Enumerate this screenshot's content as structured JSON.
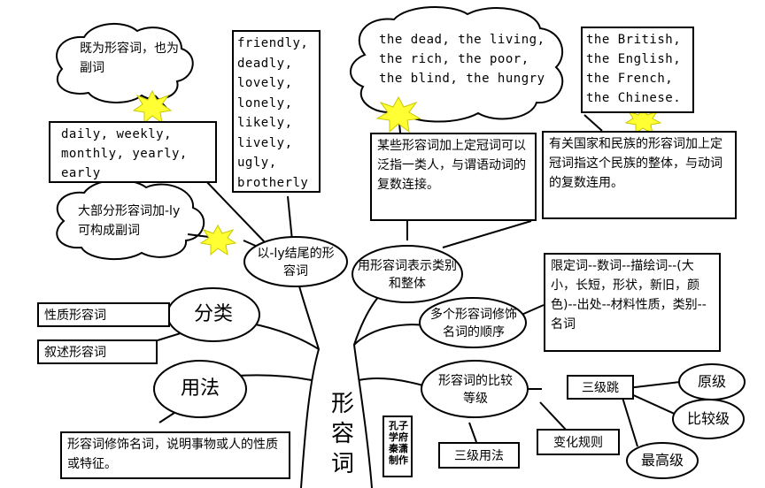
{
  "clouds": {
    "adverb_too": "既为形容词，也为副词",
    "ly_adverb": "大部分形容词加-ly可构成副词",
    "the_adj_examples": "the dead, the living, the rich, the poor, the blind, the hungry"
  },
  "boxes": {
    "frequency_words": "daily, weekly, monthly, yearly, early",
    "ly_words": [
      "friendly,",
      "deadly,",
      "lovely,",
      "lonely,",
      "likely,",
      "lively,",
      "ugly,",
      "brotherly"
    ],
    "nationality_words": [
      "the British,",
      "the English,",
      "the French,",
      "the Chinese."
    ],
    "the_adj_rule": "某些形容词加上定冠词可以泛指一类人，与谓语动词的复数连接。",
    "nationality_rule": "有关国家和民族的形容词加上定冠词指这个民族的整体，与动词的复数连用。",
    "order_rule": "限定词--数词--描绘词--(大小，长短，形状，新旧，颜色)--出处--材料性质，类别--名词",
    "quality_adj": "性质形容词",
    "predicative_adj": "叙述形容词",
    "usage_desc": "形容词修饰名词，说明事物或人的性质或特征。",
    "three_usage": "三级用法",
    "change_rule": "变化规则",
    "three_level": "三级跳"
  },
  "nodes": {
    "ly_ending": "以-ly结尾的形容词",
    "category_whole": "用形容词表示类别和整体",
    "multi_order": "多个形容词修饰名词的顺序",
    "classify": "分类",
    "usage": "用法",
    "comparison": "形容词的比较等级",
    "positive": "原级",
    "comparative": "比较级",
    "superlative": "最高级"
  },
  "trunk": {
    "title": "形容词"
  },
  "stamp": {
    "text": "孔子学府秦潇制作"
  },
  "colors": {
    "star_fill": "#ffff33",
    "star_stroke": "#c8c800",
    "line": "#000000"
  }
}
